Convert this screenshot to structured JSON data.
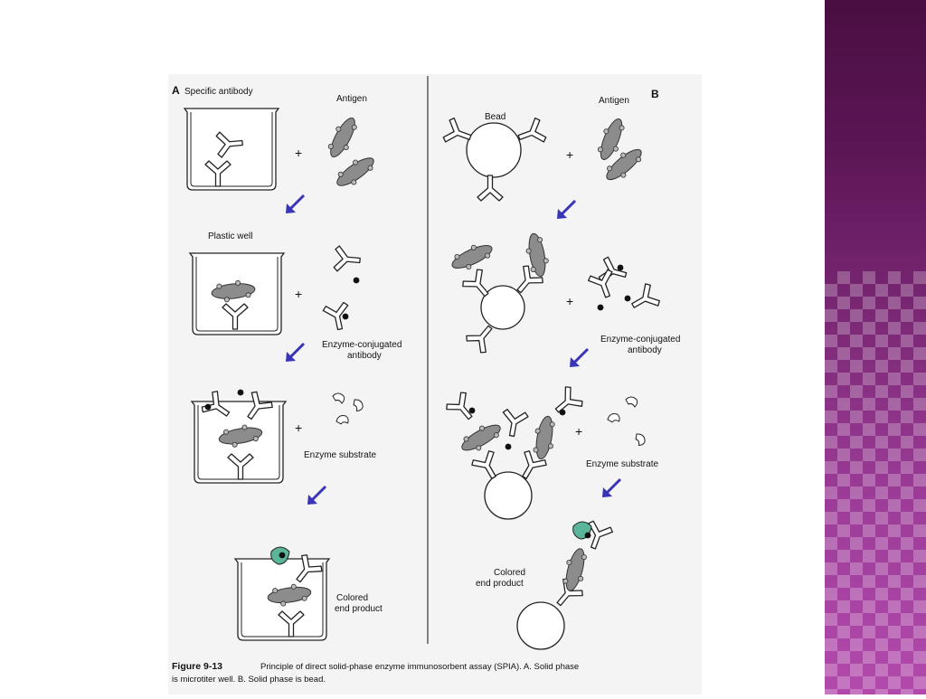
{
  "slide": {
    "accent_colors": {
      "deco_top": "#4a0e42",
      "deco_bottom": "#b24aac"
    },
    "figure": {
      "panel_a": {
        "letter": "A",
        "label_specific_antibody": "Specific antibody",
        "label_antigen": "Antigen",
        "label_plastic_well": "Plastic well",
        "label_enzyme_conjugated_1": "Enzyme-conjugated",
        "label_enzyme_conjugated_2": "antibody",
        "label_enzyme_substrate": "Enzyme substrate",
        "label_colored_1": "Colored",
        "label_colored_2": "end product"
      },
      "panel_b": {
        "letter": "B",
        "label_bead": "Bead",
        "label_antigen": "Antigen",
        "label_enzyme_conjugated_1": "Enzyme-conjugated",
        "label_enzyme_conjugated_2": "antibody",
        "label_enzyme_substrate": "Enzyme substrate",
        "label_colored_1": "Colored",
        "label_colored_2": "end product"
      },
      "plus_sign": "+",
      "caption": {
        "number": "Figure 9-13",
        "line1": "Principle of direct solid-phase enzyme immunosorbent assay (SPIA). A. Solid phase",
        "line2": "is microtiter well. B. Solid phase is bead."
      },
      "colors": {
        "arrow": "#3a34b8",
        "antigen": "#8c8c8c",
        "product": "#5bb59a"
      }
    }
  }
}
